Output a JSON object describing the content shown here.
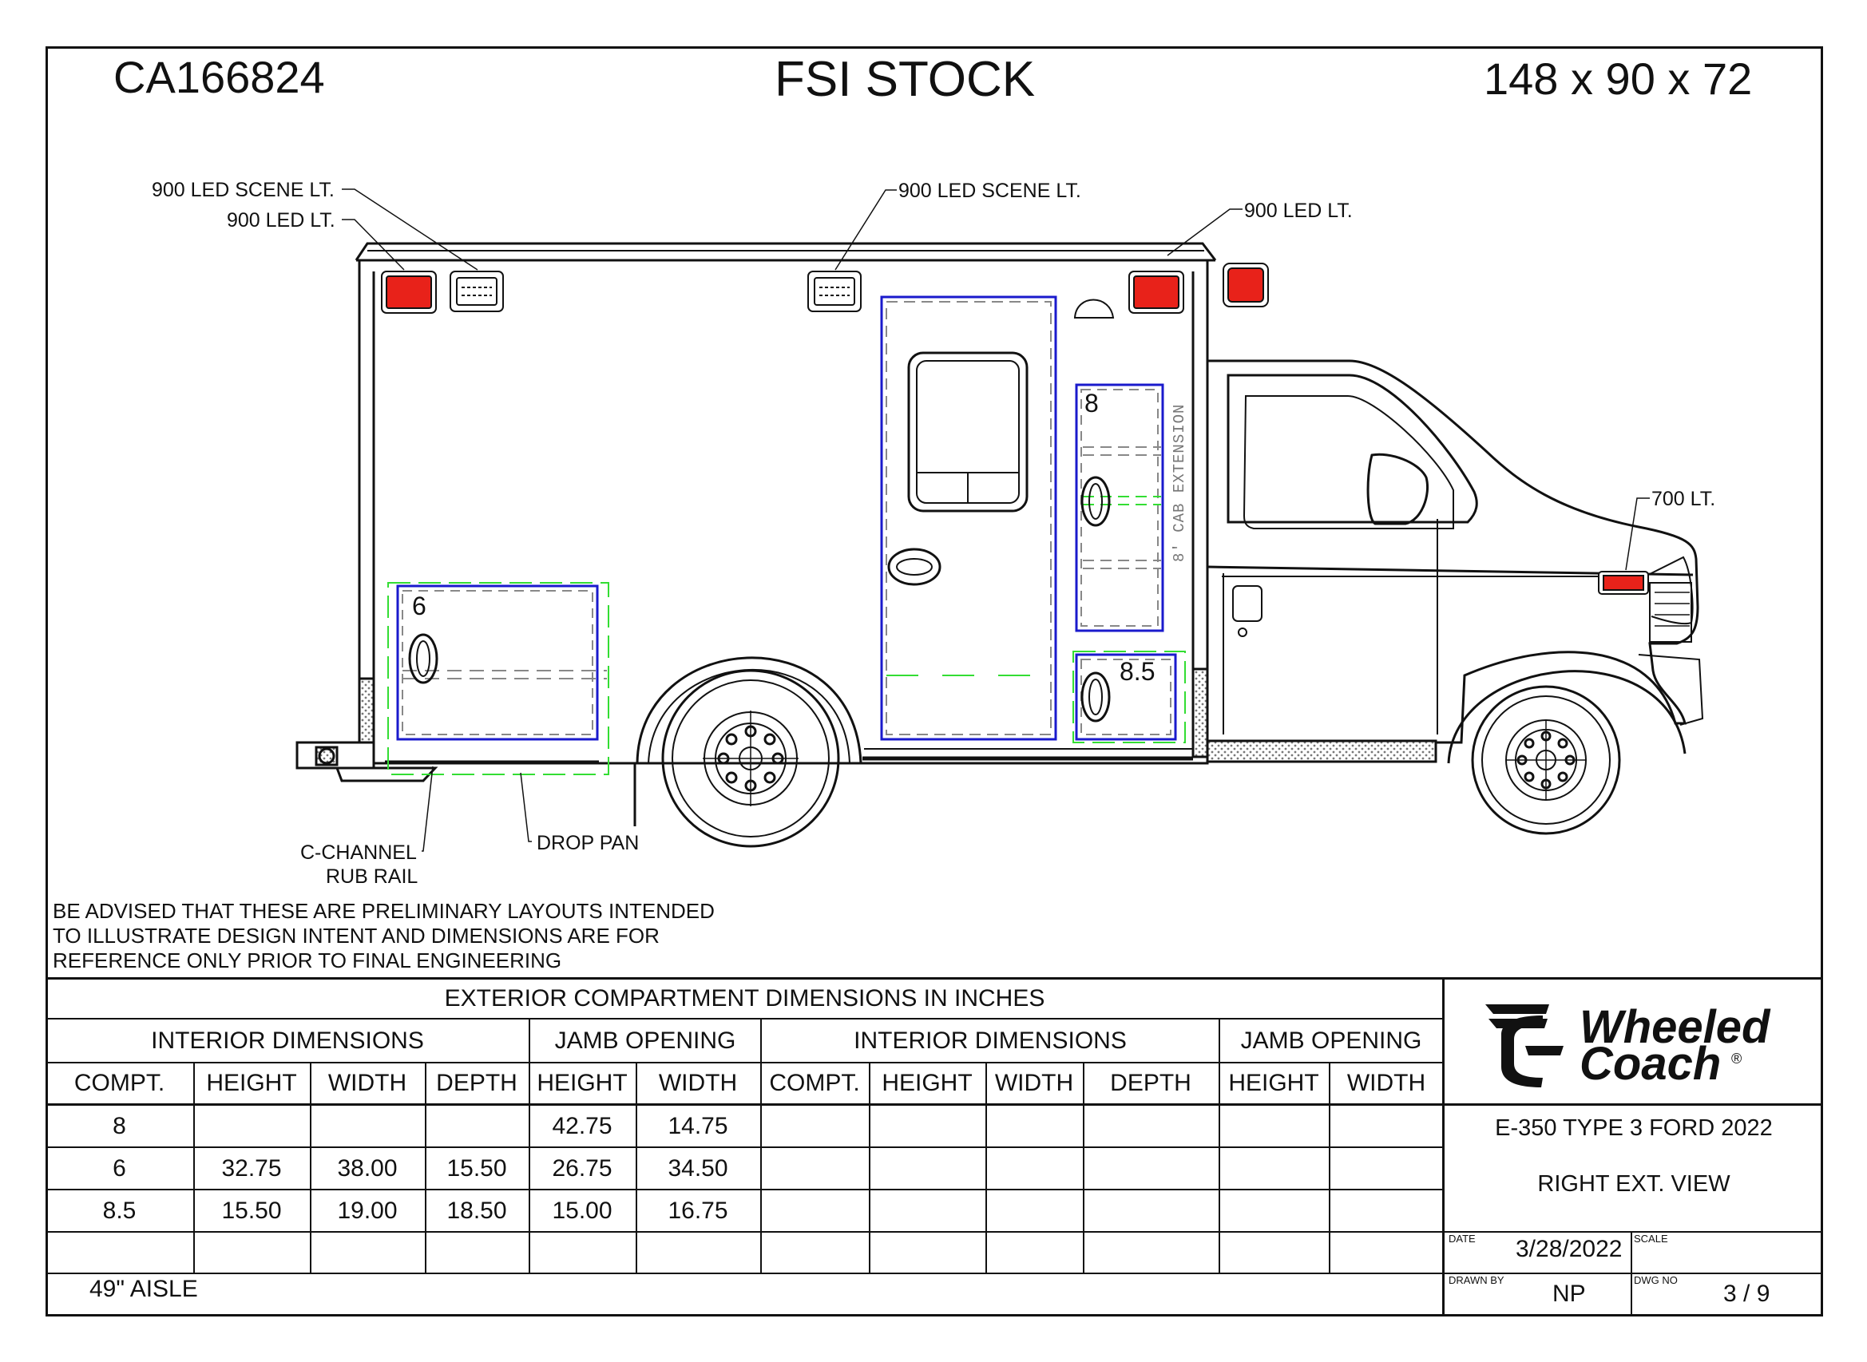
{
  "header": {
    "job_number": "CA166824",
    "title": "FSI STOCK",
    "dimensions": "148 x 90 x 72"
  },
  "callouts": {
    "scene_lt_left": "900 LED SCENE LT.",
    "led_lt_left": "900 LED LT.",
    "scene_lt_center": "900 LED SCENE LT.",
    "led_lt_right": "900 LED LT.",
    "lt_700": "700 LT.",
    "c_channel_1": "C-CHANNEL",
    "c_channel_2": "RUB RAIL",
    "drop_pan": "DROP PAN",
    "cab_extension": "8' CAB EXTENSION",
    "compartment_6": "6",
    "compartment_8": "8",
    "compartment_85": "8.5"
  },
  "disclaimer": {
    "line1": "BE ADVISED THAT THESE ARE PRELIMINARY LAYOUTS INTENDED",
    "line2": "TO ILLUSTRATE DESIGN INTENT AND DIMENSIONS  ARE FOR",
    "line3": "REFERENCE ONLY PRIOR TO FINAL ENGINEERING"
  },
  "table": {
    "title": "EXTERIOR COMPARTMENT DIMENSIONS IN INCHES",
    "group_interior": "INTERIOR DIMENSIONS",
    "group_jamb": "JAMB OPENING",
    "columns": [
      "COMPT.",
      "HEIGHT",
      "WIDTH",
      "DEPTH",
      "HEIGHT",
      "WIDTH",
      "COMPT.",
      "HEIGHT",
      "WIDTH",
      "DEPTH",
      "HEIGHT",
      "WIDTH"
    ],
    "rows": [
      [
        "8",
        "",
        "",
        "",
        "42.75",
        "14.75",
        "",
        "",
        "",
        "",
        "",
        ""
      ],
      [
        "6",
        "32.75",
        "38.00",
        "15.50",
        "26.75",
        "34.50",
        "",
        "",
        "",
        "",
        "",
        ""
      ],
      [
        "8.5",
        "15.50",
        "19.00",
        "18.50",
        "15.00",
        "16.75",
        "",
        "",
        "",
        "",
        "",
        ""
      ],
      [
        "",
        "",
        "",
        "",
        "",
        "",
        "",
        "",
        "",
        "",
        "",
        ""
      ]
    ],
    "footer_note": "49\" AISLE"
  },
  "title_block": {
    "logo_line1": "Wheeled",
    "logo_line2": "Coach",
    "logo_mark": "®",
    "model": "E-350 TYPE 3 FORD 2022",
    "view": "RIGHT EXT. VIEW",
    "date_label": "DATE",
    "date": "3/28/2022",
    "scale_label": "SCALE",
    "scale": "",
    "drawn_by_label": "DRAWN BY",
    "drawn_by": "NP",
    "dwg_no_label": "DWG NO",
    "dwg_no": "3 / 9"
  },
  "colors": {
    "compartment_outline": "#1a1acc",
    "jamb_outline": "#33dd33",
    "warning_light": "#e8221a",
    "line": "#111111"
  }
}
